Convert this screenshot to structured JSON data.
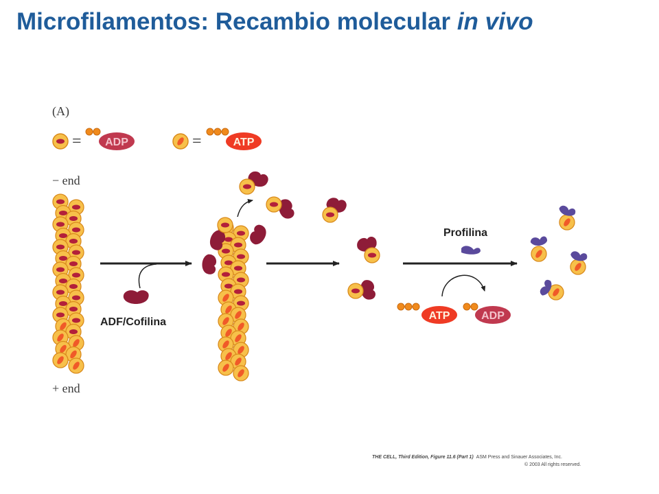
{
  "title": {
    "main": "Microfilamentos: Recambio molecular ",
    "italic": "in vivo"
  },
  "figure": {
    "panel": "(A)",
    "legend_equals": "=",
    "legend_adp": "ADP",
    "legend_atp": "ATP",
    "minus_end": "− end",
    "plus_end": "+ end",
    "adf_label": "ADF/Cofilina",
    "profilin_label": "Profilina",
    "exchange_atp": "ATP",
    "exchange_adp": "ADP",
    "credit_line1_italic": "THE CELL, Third Edition, Figure 11.6 (Part 1)",
    "credit_line1_rest": "ASM Press and Sinauer Associates, Inc.",
    "credit_line2": "© 2003 All rights reserved."
  },
  "colors": {
    "title": "#1f5c9a",
    "monomer_fill": "#f7c04a",
    "monomer_stroke": "#d98a1c",
    "adp_center": "#b3203a",
    "atp_center": "#f05a28",
    "adp_pill": "#c0394f",
    "atp_pill": "#ef3b24",
    "phosphate": "#f08a1c",
    "cofilin": "#8e1c38",
    "profilin": "#5a4a9c",
    "arrow": "#222222"
  }
}
